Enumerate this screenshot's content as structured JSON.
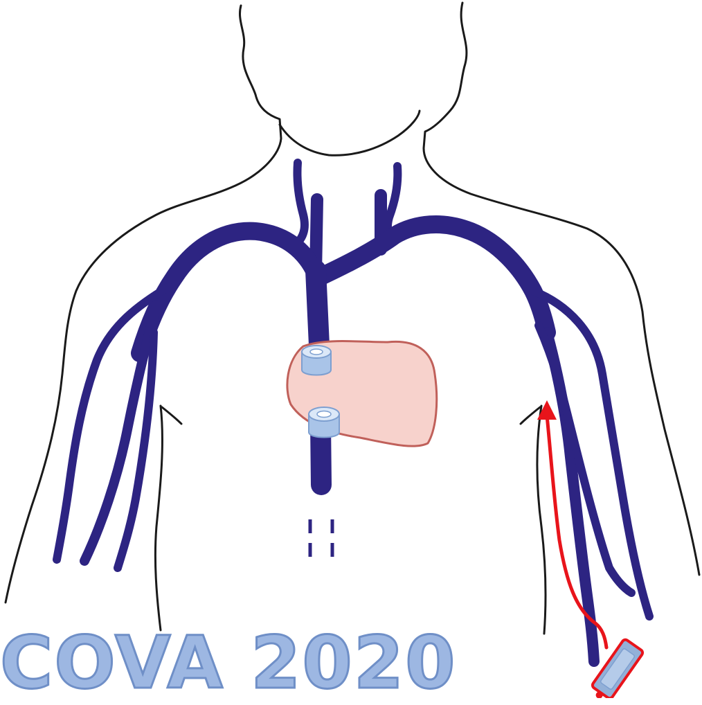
{
  "caption": "COVA 2020",
  "colors": {
    "outline": "#1a1a1a",
    "vein": "#2d2482",
    "heart_fill": "#f7d2cc",
    "heart_stroke": "#c0605a",
    "vessel_stub": "#a9c4e8",
    "catheter": "#e8141b",
    "port_fill": "#93b0d8",
    "caption": "#9db7e2"
  },
  "icons": [
    "body-outline",
    "vein-network",
    "heart",
    "catheter-line",
    "port-device"
  ]
}
